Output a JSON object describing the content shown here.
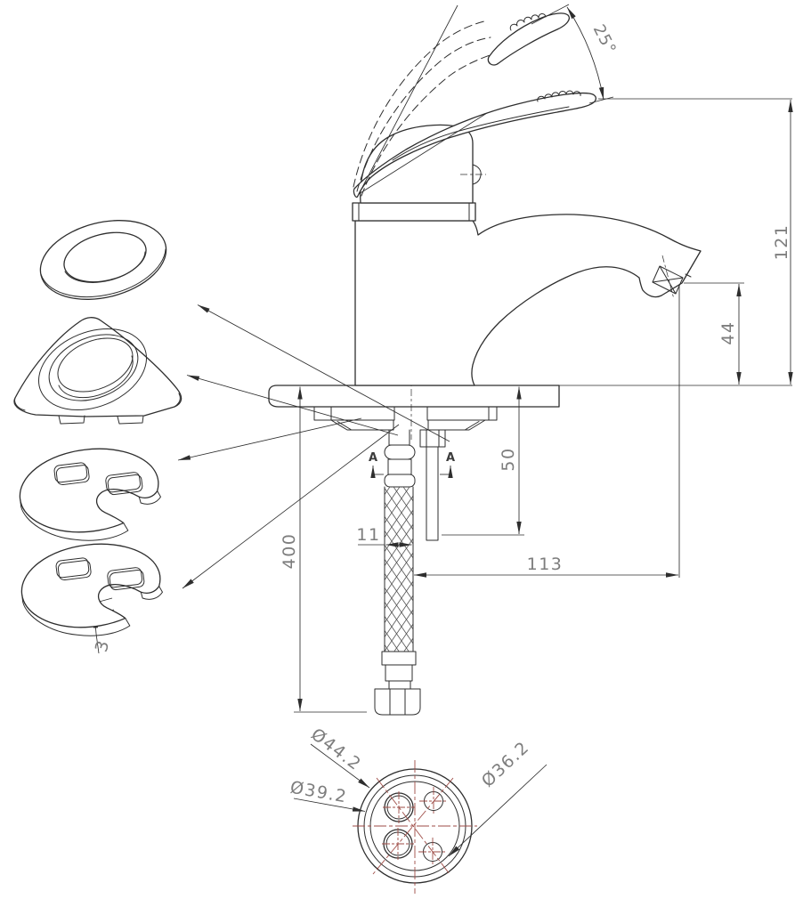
{
  "drawing": {
    "type": "technical-cad-drawing",
    "subject": "Single-lever basin mixer faucet installation drawing",
    "colors": {
      "line": "#2e2e2e",
      "dimension": "#7d7d7d",
      "centerline": "#9e4b45",
      "background": "#ffffff"
    },
    "annotations": {
      "handle_angle": "25°",
      "overall_height": "121",
      "spout_outlet_height": "44",
      "mounting_stud_length": "50",
      "hose_width": "11",
      "hose_length": "400",
      "spout_reach": "113",
      "plate_thickness": "3",
      "section_label_left": "A",
      "section_label_right": "A"
    },
    "base_view": {
      "dia_outer": "Ø44.2",
      "dia_middle": "Ø39.2",
      "dia_inner": "Ø36.2"
    }
  }
}
